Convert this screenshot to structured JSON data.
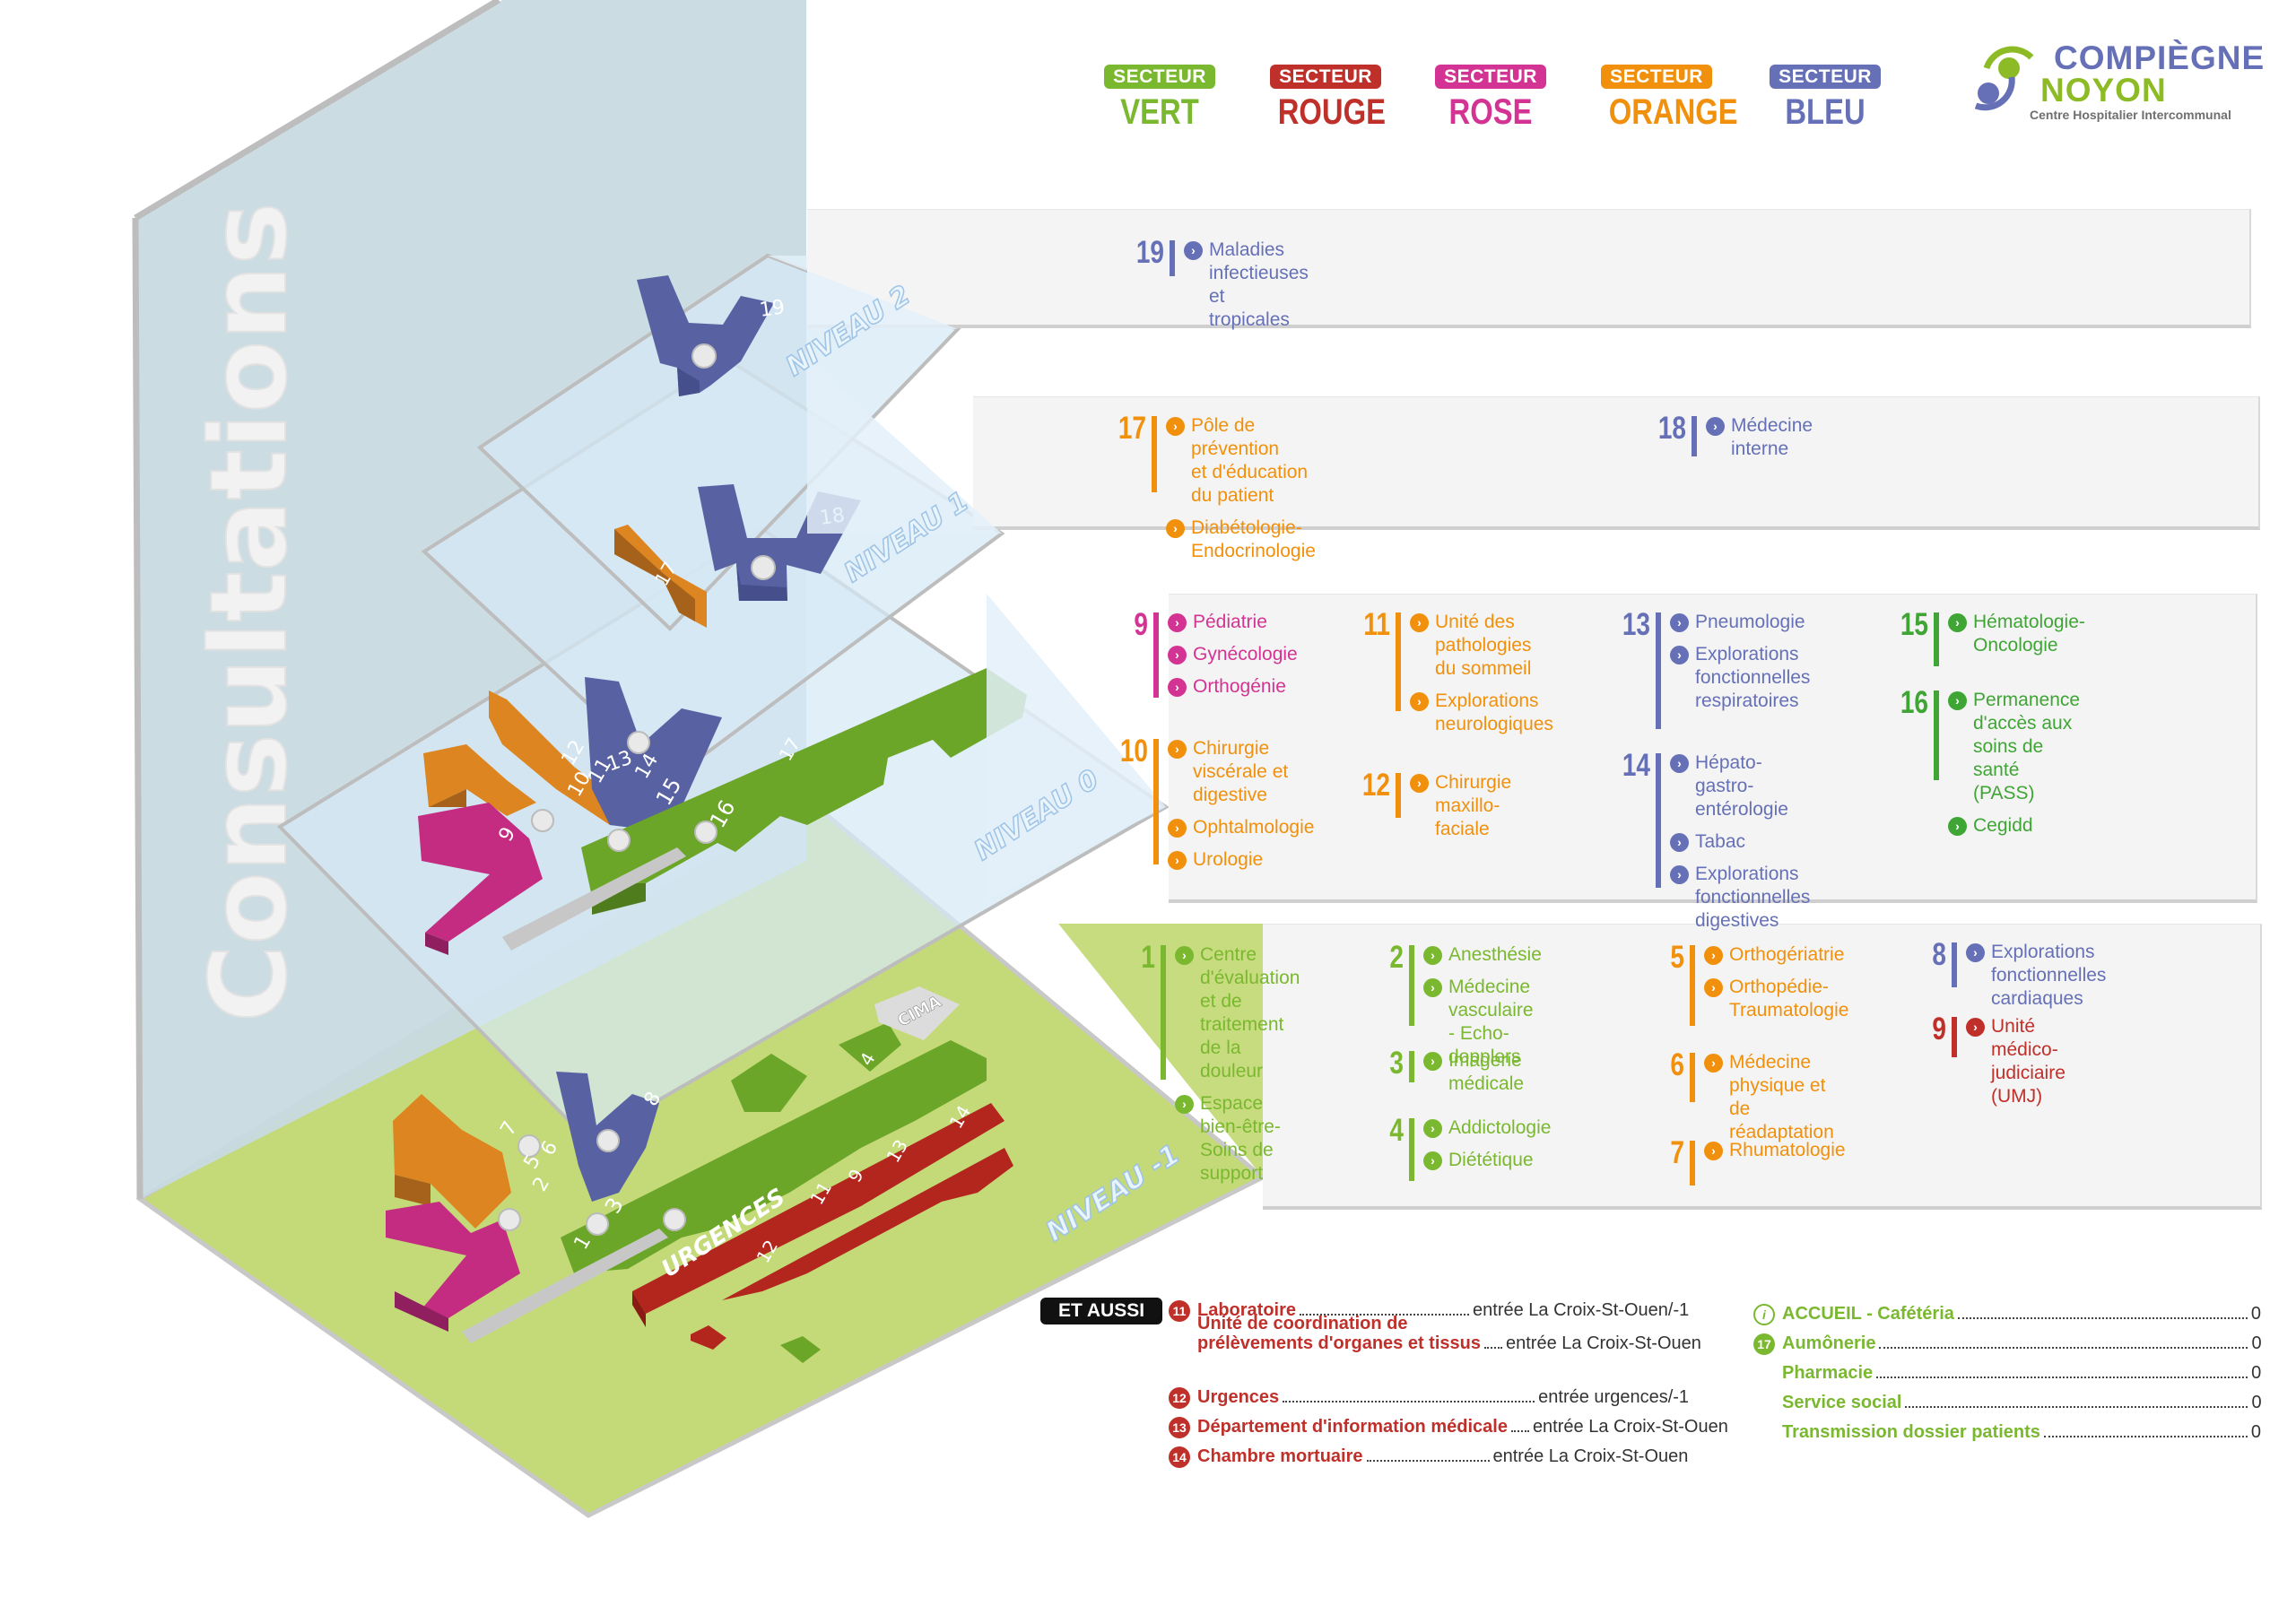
{
  "colors": {
    "vert": "#7ab82f",
    "vert_dark": "#6ba628",
    "rouge": "#c0302a",
    "rose": "#d33493",
    "orange": "#f1900c",
    "bleu": "#6570b7",
    "wall": "#c8dae2",
    "floor_minus1": "#c4da78",
    "level_plane": "#d6e9f5",
    "panel_bg": "#f4f4f4"
  },
  "legend": {
    "sectors": [
      {
        "badge": "SECTEUR",
        "name": "VERT",
        "color": "#7ab82f"
      },
      {
        "badge": "SECTEUR",
        "name": "ROUGE",
        "color": "#c0302a"
      },
      {
        "badge": "SECTEUR",
        "name": "ROSE",
        "color": "#d33493"
      },
      {
        "badge": "SECTEUR",
        "name": "ORANGE",
        "color": "#f1900c"
      },
      {
        "badge": "SECTEUR",
        "name": "BLEU",
        "color": "#6570b7"
      }
    ]
  },
  "logo": {
    "line1": "COMPIÈGNE",
    "line2": "NOYON",
    "line3": "Centre Hospitalier Intercommunal"
  },
  "map": {
    "wall_title": "Consultations",
    "levels": [
      {
        "label": "NIVEAU 2"
      },
      {
        "label": "NIVEAU 1"
      },
      {
        "label": "NIVEAU 0"
      },
      {
        "label": "NIVEAU -1"
      }
    ],
    "building_labels": {
      "n2": [
        "19"
      ],
      "n1": [
        "17",
        "18"
      ],
      "n0": [
        "9",
        "10",
        "11",
        "12",
        "13",
        "14",
        "15",
        "16",
        "17"
      ],
      "nm1": [
        "1",
        "2",
        "3",
        "4",
        "5",
        "6",
        "7",
        "8",
        "11",
        "9",
        "13",
        "14",
        "12"
      ],
      "urgences": "URGENCES",
      "cima": "CIMA"
    }
  },
  "panels": {
    "niveau2": [
      {
        "num": "19",
        "color": "#6570b7",
        "items": [
          "Maladies infectieuses et\ntropicales"
        ]
      }
    ],
    "niveau1": [
      {
        "num": "17",
        "color": "#f1900c",
        "items": [
          "Pôle de prévention\net d'éducation du patient",
          "Diabétologie-Endocrinologie"
        ]
      },
      {
        "num": "18",
        "color": "#6570b7",
        "items": [
          "Médecine interne"
        ]
      }
    ],
    "niveau0": [
      {
        "num": "9",
        "color": "#d33493",
        "items": [
          "Pédiatrie",
          "Gynécologie",
          "Orthogénie"
        ]
      },
      {
        "num": "10",
        "color": "#f1900c",
        "items": [
          "Chirurgie\nviscérale et\ndigestive",
          "Ophtalmologie",
          "Urologie"
        ]
      },
      {
        "num": "11",
        "color": "#f1900c",
        "items": [
          "Unité des\npathologies\ndu sommeil",
          "Explorations\nneurologiques"
        ]
      },
      {
        "num": "12",
        "color": "#f1900c",
        "items": [
          "Chirurgie maxillo-\nfaciale"
        ]
      },
      {
        "num": "13",
        "color": "#6570b7",
        "items": [
          "Pneumologie",
          "Explorations\nfonctionnelles\nrespiratoires"
        ]
      },
      {
        "num": "14",
        "color": "#6570b7",
        "items": [
          "Hépato-gastro-\nentérologie",
          "Tabac",
          "Explorations\nfonctionnelles digestives"
        ]
      },
      {
        "num": "15",
        "color": "#3fa535",
        "items": [
          "Hématologie-\nOncologie"
        ]
      },
      {
        "num": "16",
        "color": "#3fa535",
        "items": [
          "Permanence d'accès aux\nsoins de santé (PASS)",
          "Cegidd"
        ]
      }
    ],
    "niveau_minus1": [
      {
        "num": "1",
        "color": "#7ab82f",
        "items": [
          "Centre d'évaluation\net de traitement\nde la douleur",
          "Espace bien-être-\nSoins de support"
        ]
      },
      {
        "num": "2",
        "color": "#7ab82f",
        "items": [
          "Anesthésie",
          "Médecine vasculaire\n- Echo-dopplers"
        ]
      },
      {
        "num": "3",
        "color": "#7ab82f",
        "items": [
          "Imagerie médicale"
        ]
      },
      {
        "num": "4",
        "color": "#7ab82f",
        "items": [
          "Addictologie",
          "Diététique"
        ]
      },
      {
        "num": "5",
        "color": "#f1900c",
        "items": [
          "Orthogériatrie",
          "Orthopédie-\nTraumatologie"
        ]
      },
      {
        "num": "6",
        "color": "#f1900c",
        "items": [
          "Médecine\nphysique et de\nréadaptation"
        ]
      },
      {
        "num": "7",
        "color": "#f1900c",
        "items": [
          "Rhumatologie"
        ]
      },
      {
        "num": "8",
        "color": "#6570b7",
        "items": [
          "Explorations fonctionnelles\ncardiaques"
        ]
      },
      {
        "num": "9",
        "color": "#c0302a",
        "items": [
          "Unité médico-judiciaire\n(UMJ)"
        ]
      }
    ]
  },
  "et_aussi": {
    "badge": "ET AUSSI",
    "red_rows": [
      {
        "marker": "11",
        "label": "Laboratoire",
        "dest": "entrée La Croix-St-Ouen/-1"
      },
      {
        "marker": "",
        "label": "Unité de coordination de\nprélèvements d'organes et tissus",
        "dest": "entrée La Croix-St-Ouen"
      },
      {
        "marker": "12",
        "label": "Urgences",
        "dest": "entrée urgences/-1"
      },
      {
        "marker": "13",
        "label": "Département d'information médicale",
        "dest": "entrée La Croix-St-Ouen"
      },
      {
        "marker": "14",
        "label": "Chambre mortuaire",
        "dest": "entrée La Croix-St-Ouen"
      }
    ],
    "green_rows": [
      {
        "marker": "i",
        "label": "ACCUEIL - Cafétéria",
        "level": "0"
      },
      {
        "marker": "17",
        "label": "Aumônerie",
        "level": "0"
      },
      {
        "marker": "",
        "label": "Pharmacie",
        "level": "0"
      },
      {
        "marker": "",
        "label": "Service social",
        "level": "0"
      },
      {
        "marker": "",
        "label": "Transmission dossier patients",
        "level": "0"
      }
    ]
  }
}
